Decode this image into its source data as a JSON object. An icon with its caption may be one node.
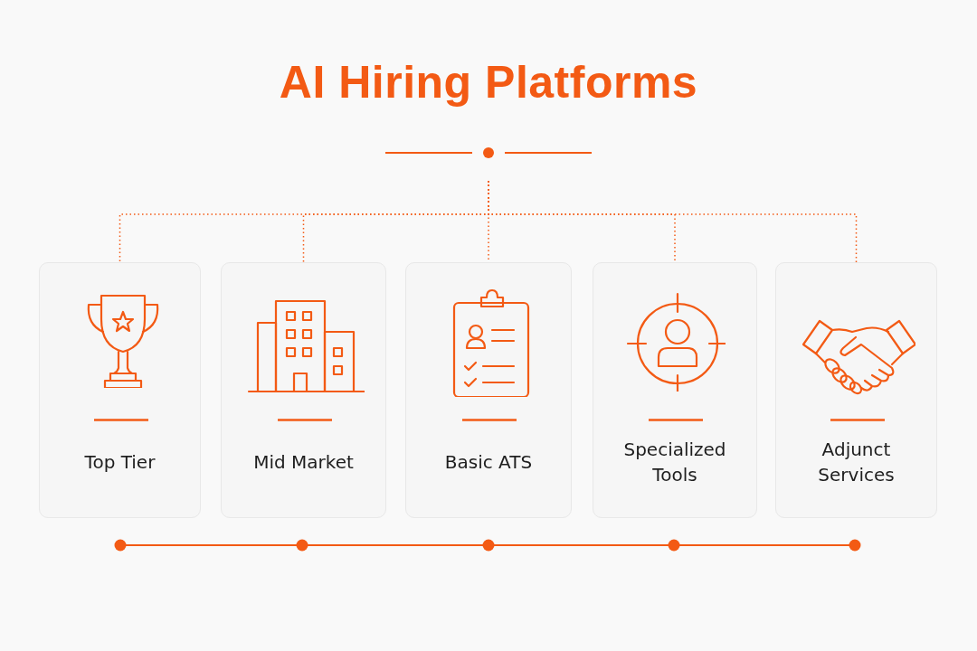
{
  "diagram": {
    "title": "AI Hiring Platforms",
    "nodes": [
      {
        "text": [
          "Top Tier"
        ]
      },
      {
        "text": [
          "Mid Market"
        ]
      },
      {
        "text": [
          "Basic ATS"
        ]
      },
      {
        "text": [
          "Specialized Tools"
        ]
      },
      {
        "text": [
          "Adjunct Services"
        ]
      }
    ],
    "edges": [
      {
        "from": null,
        "to": 0,
        "arrow": "none",
        "style": "dashed"
      },
      {
        "from": null,
        "to": 1,
        "arrow": "none",
        "style": "dashed"
      },
      {
        "from": null,
        "to": 2,
        "arrow": "none",
        "style": "dashed"
      },
      {
        "from": null,
        "to": 3,
        "arrow": "none",
        "style": "dashed"
      },
      {
        "from": null,
        "to": 4,
        "arrow": "none",
        "style": "dashed"
      }
    ]
  }
}
